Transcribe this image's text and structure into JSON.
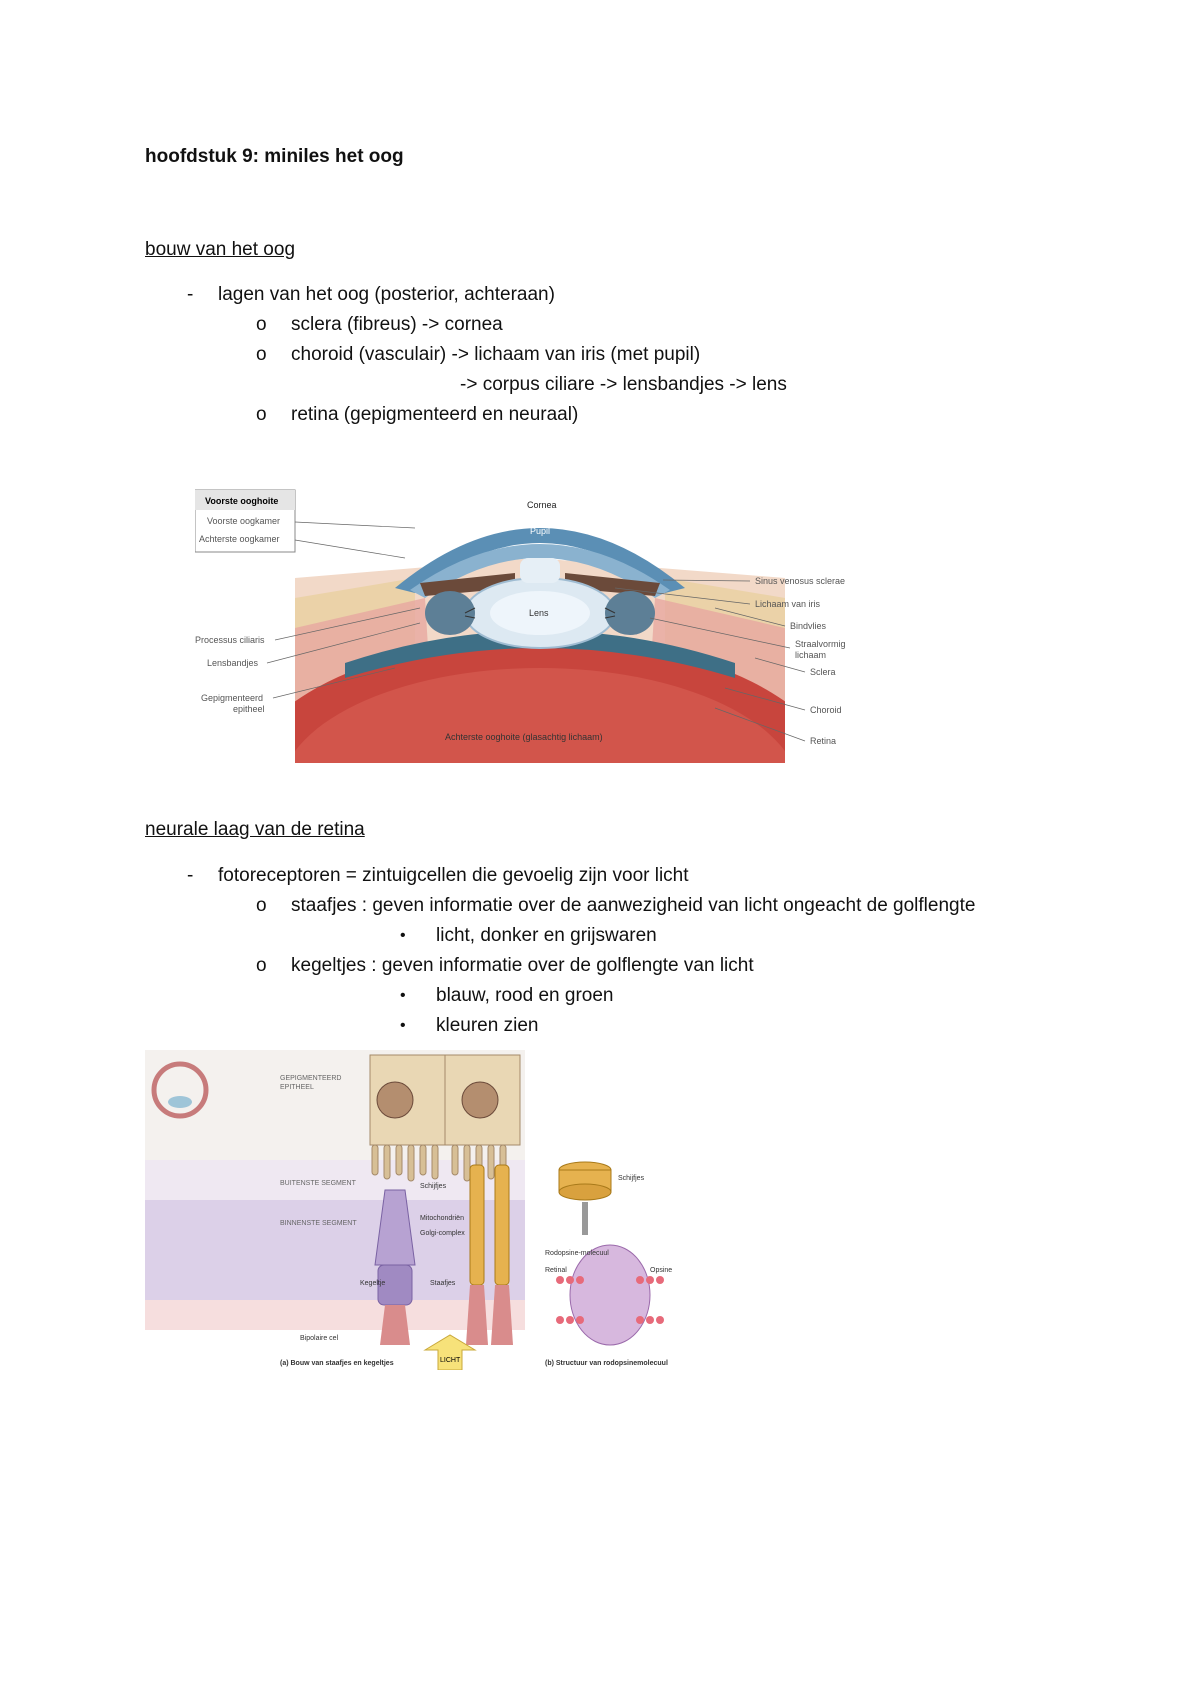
{
  "title": "hoofdstuk 9: miniles het oog",
  "section1": {
    "heading": "bouw van het oog",
    "items": [
      {
        "marker": "-",
        "text": "lagen van het oog (posterior, achteraan)"
      },
      {
        "marker": "o",
        "text": "sclera (fibreus) -> cornea"
      },
      {
        "marker": "o",
        "text": "choroid (vasculair) -> lichaam van iris (met pupil)"
      },
      {
        "marker": "",
        "text": "-> corpus ciliare -> lensbandjes -> lens"
      },
      {
        "marker": "o",
        "text": "retina (gepigmenteerd en neuraal)"
      }
    ]
  },
  "figure1": {
    "box_title": "Voorste ooghoite",
    "box_item1": "Voorste oogkamer",
    "box_item2": "Achterste oogkamer",
    "labels": {
      "cornea": "Cornea",
      "pupil": "Pupil",
      "lens": "Lens",
      "processus": "Processus ciliaris",
      "lensbandjes": "Lensbandjes",
      "gepig1": "Gepigmenteerd",
      "gepig2": "epitheel",
      "achterste": "Achterste ooghoite (glasachtig lichaam)",
      "sinus": "Sinus venosus sclerae",
      "lichaam_iris": "Lichaam van iris",
      "bindvlies": "Bindvlies",
      "straal1": "Straalvormig",
      "straal2": "lichaam",
      "sclera": "Sclera",
      "choroid": "Choroid",
      "retina": "Retina"
    }
  },
  "section2": {
    "heading": "neurale laag van de retina",
    "items": [
      {
        "marker": "-",
        "text": "fotoreceptoren = zintuigcellen die gevoelig zijn voor licht"
      },
      {
        "marker": "o",
        "text": "staafjes : geven informatie over de aanwezigheid van licht ongeacht de golflengte"
      },
      {
        "marker": "•",
        "text": "licht, donker en grijswaren"
      },
      {
        "marker": "o",
        "text": "kegeltjes : geven informatie over de golflengte van licht"
      },
      {
        "marker": "•",
        "text": "blauw, rood en groen"
      },
      {
        "marker": "•",
        "text": "kleuren zien"
      }
    ]
  },
  "figure2": {
    "pig1": "GEPIGMENTEERD",
    "pig2": "EPITHEEL",
    "buiten": "BUITENSTE SEGMENT",
    "binnen": "BINNENSTE SEGMENT",
    "schijfjes": "Schijfjes",
    "mito": "Mitochondriën",
    "golgi": "Golgi-complex",
    "kegeltje": "Kegeltje",
    "staafje": "Staafjes",
    "bipolaire": "Bipolaire cel",
    "licht": "LICHT",
    "schijfjes2": "Schijfjes",
    "rodopsine": "Rodopsine-molecuul",
    "retinal": "Retinal",
    "opsine": "Opsine",
    "caption_a": "(a) Bouw van staafjes en kegeltjes",
    "caption_b": "(b) Structuur van rodopsinemolecuul"
  },
  "colors": {
    "cornea": "#5b8fb5",
    "iris": "#6b4a3a",
    "vitreous": "#c8453d",
    "sclera": "#e9d8a6",
    "purple_band": "#dcd0e8",
    "pink_band": "#f6dede"
  }
}
